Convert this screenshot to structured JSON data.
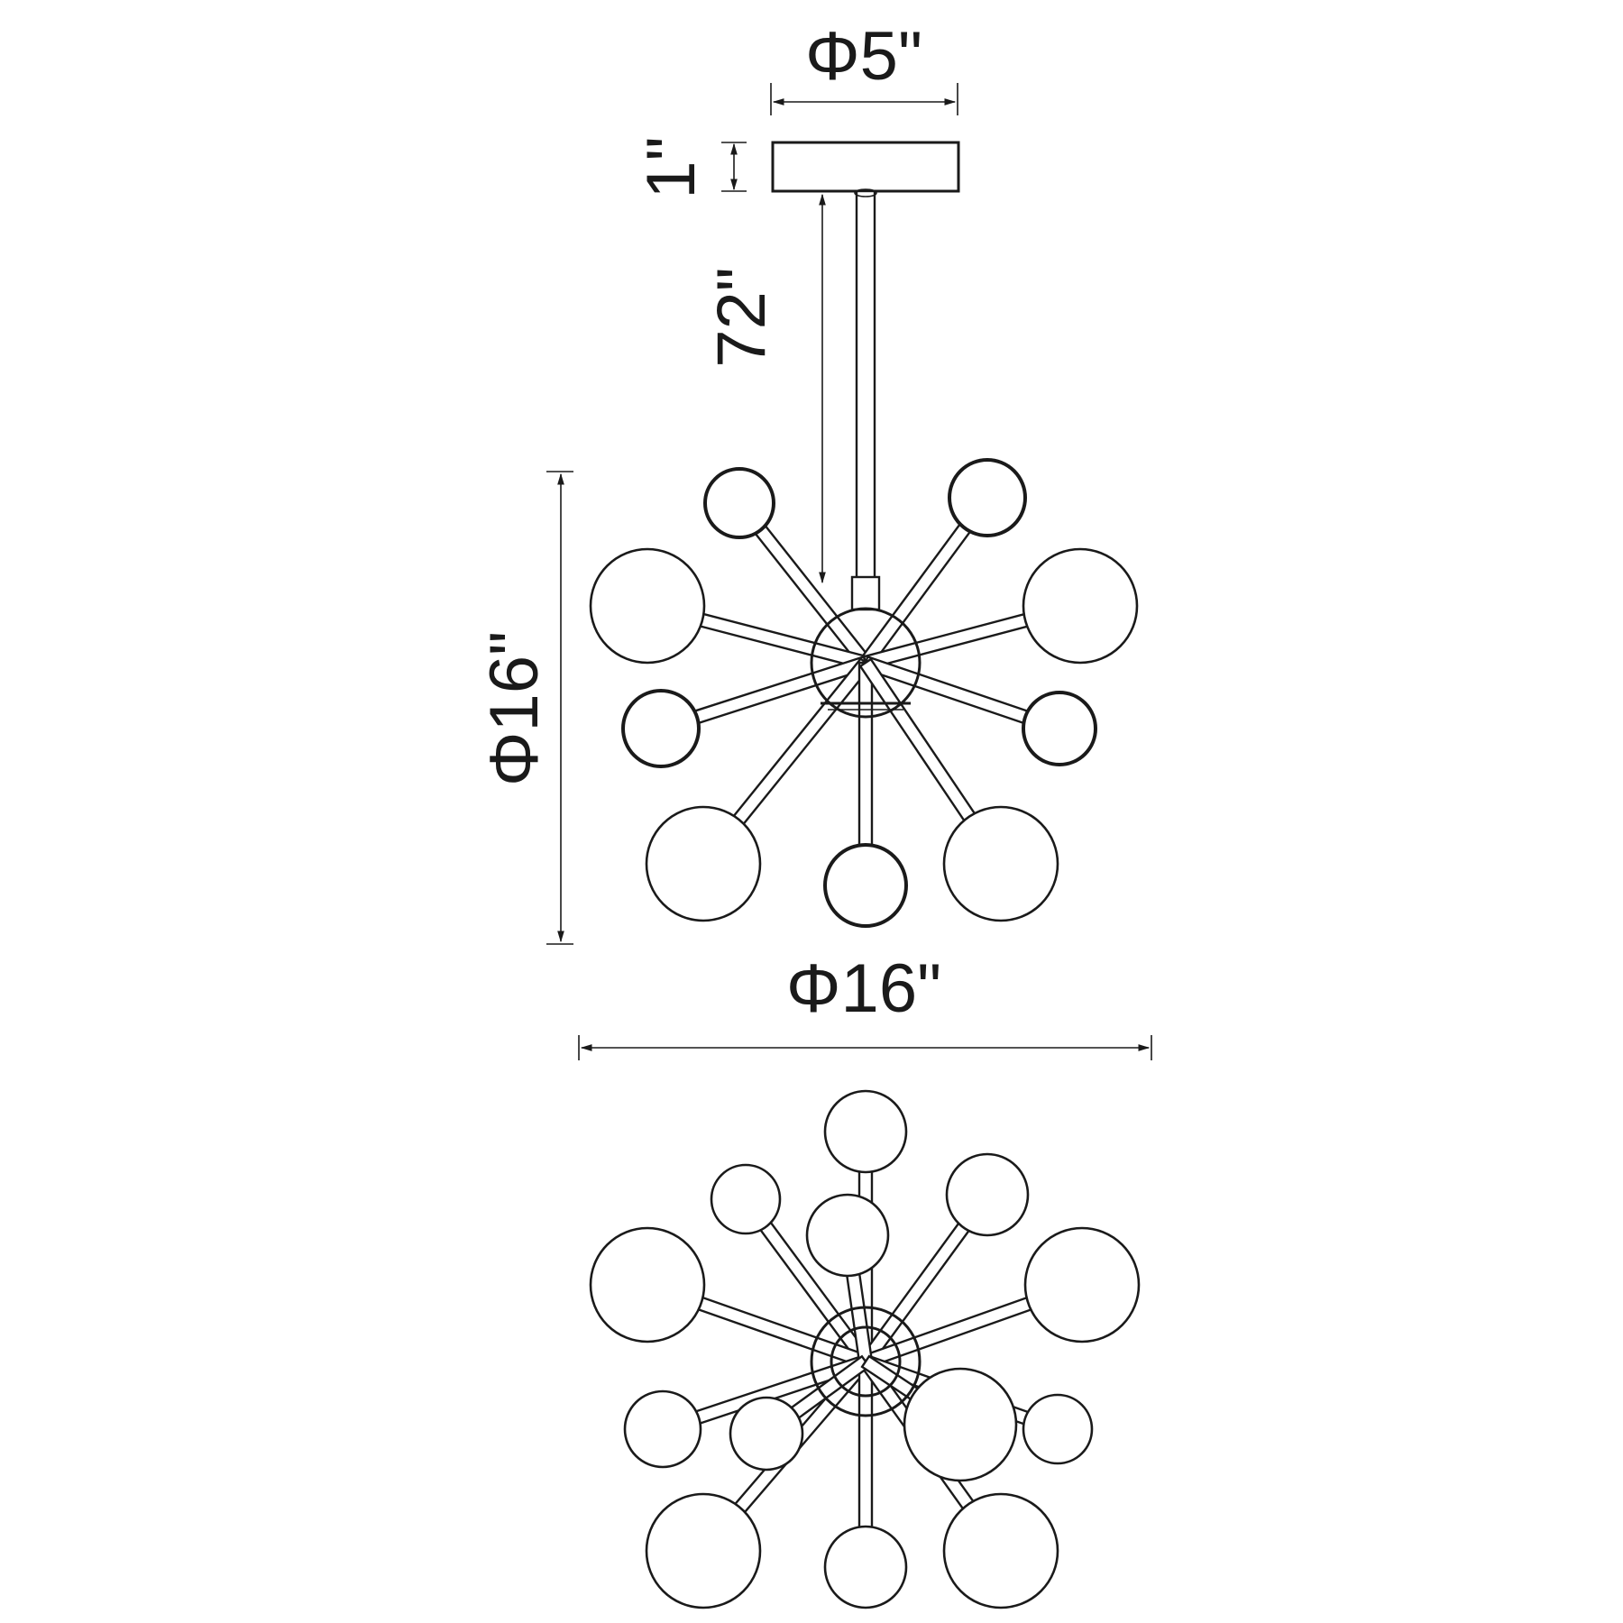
{
  "dimensions": {
    "canopy_diameter": "Φ5\"",
    "canopy_height": "1\"",
    "rod_length": "72\"",
    "fixture_height": "Φ16\"",
    "fixture_diameter": "Φ16\""
  }
}
